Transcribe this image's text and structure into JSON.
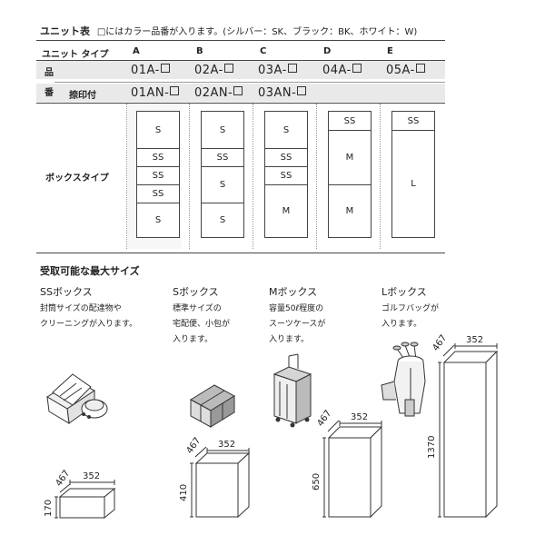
{
  "header": {
    "title": "ユニット表",
    "note_prefix": "□",
    "note": "にはカラー品番が入ります。(シルバー：SK、ブラック：BK、ホワイト：W)"
  },
  "table": {
    "unit_type_label": "ユニット タイプ",
    "hinban_label_1": "品",
    "hinban_label_2": "番",
    "stamp_label": "捺印付",
    "box_type_label": "ボックスタイプ",
    "types": [
      "A",
      "B",
      "C",
      "D",
      "E"
    ],
    "codes": [
      "01A-",
      "02A-",
      "03A-",
      "04A-",
      "05A-"
    ],
    "stamp_codes": [
      "01AN-",
      "02AN-",
      "03AN-",
      "",
      ""
    ],
    "units": [
      {
        "segments": [
          "S",
          "SS",
          "SS",
          "SS",
          "S"
        ]
      },
      {
        "segments": [
          "S",
          "SS",
          "S",
          "S"
        ]
      },
      {
        "segments": [
          "S",
          "SS",
          "SS",
          "M"
        ]
      },
      {
        "segments": [
          "SS",
          "M",
          "M"
        ]
      },
      {
        "segments": [
          "SS",
          "L"
        ]
      }
    ]
  },
  "sizes": {
    "title": "受取可能な最大サイズ",
    "items": [
      {
        "name": "SSボックス",
        "desc1": "封筒サイズの配達物や",
        "desc2": "クリーニングが入ります。",
        "dims": {
          "w": "352",
          "d": "467",
          "h": "170"
        }
      },
      {
        "name": "Sボックス",
        "desc1": "標準サイズの",
        "desc2": "宅配便、小包が",
        "desc3": "入ります。",
        "dims": {
          "w": "352",
          "d": "467",
          "h": "410"
        }
      },
      {
        "name": "Mボックス",
        "desc1": "容量50ℓ程度の",
        "desc2": "スーツケースが",
        "desc3": "入ります。",
        "dims": {
          "w": "352",
          "d": "467",
          "h": "650"
        }
      },
      {
        "name": "Lボックス",
        "desc1": "ゴルフバッグが",
        "desc2": "入ります。",
        "dims": {
          "w": "352",
          "d": "467",
          "h": "1370"
        }
      }
    ]
  }
}
